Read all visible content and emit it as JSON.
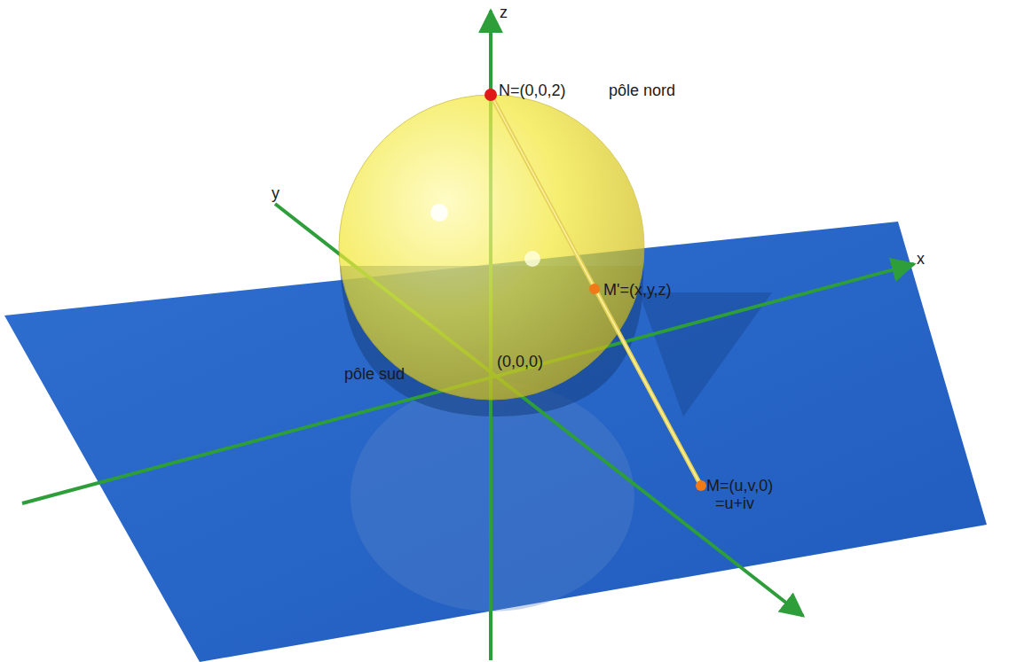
{
  "diagram": {
    "labels": [
      "z",
      "N=(0,0,2)",
      "pôle nord",
      "y",
      "x",
      "M'=(x,y,z)",
      "pôle sud",
      "(0,0,0)",
      "M=(u,v,0)",
      "=u+iv"
    ]
  }
}
